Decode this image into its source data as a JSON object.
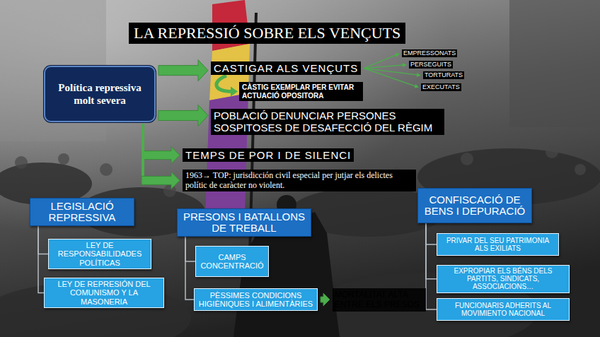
{
  "diagram": {
    "title": "LA REPRESSIÓ SOBRE ELS VENÇUTS",
    "nodes": [
      {
        "text": [
          "Política repressiva molt severa"
        ]
      },
      {
        "text": [
          "CASTIGAR ALS VENÇUTS"
        ]
      },
      {
        "text": [
          "CÀSTIG EXEMPLAR PER EVITAR ACTUACIÓ OPOSITORA"
        ]
      },
      {
        "text": [
          "EMPRESSONATS"
        ]
      },
      {
        "text": [
          "PERSEGUITS"
        ]
      },
      {
        "text": [
          "TORTURATS"
        ]
      },
      {
        "text": [
          "EXECUTATS"
        ]
      },
      {
        "text": [
          "POBLACIÓ DENUNCIAR PERSONES SOSPITOSES DE DESAFECCIÓ DEL RÈGIM"
        ]
      },
      {
        "text": [
          "TEMPS DE POR I DE SILENCI"
        ]
      },
      {
        "text": [
          "1963→ TOP: jurisdicción civil especial per jutjar els delictes polític de caràcter no violent."
        ]
      },
      {
        "text": [
          "LEGISLACIÓ REPRESSIVA"
        ]
      },
      {
        "text": [
          "LEY DE RESPONSABILIDADES POLÍTICAS"
        ]
      },
      {
        "text": [
          "LEY DE REPRESIÓN DEL COMUNISMO Y LA MASONERIA"
        ]
      },
      {
        "text": [
          "PRESONS I BATALLONS DE TREBALL"
        ]
      },
      {
        "text": [
          "CAMPS CONCENTRACIÓ"
        ]
      },
      {
        "text": [
          "PÈSSIMES CONDICIONS HIGIÈNIQUES I ALIMENTÀRIES"
        ]
      },
      {
        "text": [
          "MORTALITAT ALTA ENTRE ELS PRESOS"
        ]
      },
      {
        "text": [
          "CONFISCACIÓ DE BENS I DEPURACIÓ"
        ]
      },
      {
        "text": [
          "PRIVAR DEL SEU PATRIMONIA ALS EXILIATS"
        ]
      },
      {
        "text": [
          "EXPROPIAR ELS BÉNS DELS PARTITS, SINDICATS, ASSOCIACIONS…"
        ]
      },
      {
        "text": [
          "FUNCIONARIS ADHERITS AL MOVIMIENTO NACIONAL"
        ]
      }
    ],
    "edges": [
      {
        "from": 0,
        "to": 1,
        "arrow": "to"
      },
      {
        "from": 1,
        "to": 2,
        "arrow": "to"
      },
      {
        "from": 1,
        "to": 3,
        "arrow": "to"
      },
      {
        "from": 1,
        "to": 4,
        "arrow": "to"
      },
      {
        "from": 1,
        "to": 5,
        "arrow": "to"
      },
      {
        "from": 1,
        "to": 6,
        "arrow": "to"
      },
      {
        "from": 0,
        "to": 7,
        "arrow": "to"
      },
      {
        "from": 0,
        "to": 8,
        "arrow": "to"
      },
      {
        "from": 0,
        "to": 9,
        "arrow": "to"
      },
      {
        "from": 10,
        "to": 11,
        "arrow": "none"
      },
      {
        "from": 10,
        "to": 12,
        "arrow": "none"
      },
      {
        "from": 13,
        "to": 14,
        "arrow": "none"
      },
      {
        "from": 13,
        "to": 15,
        "arrow": "none"
      },
      {
        "from": 15,
        "to": 16,
        "arrow": "to"
      },
      {
        "from": 17,
        "to": 18,
        "arrow": "none"
      },
      {
        "from": 17,
        "to": 19,
        "arrow": "none"
      },
      {
        "from": 17,
        "to": 20,
        "arrow": "none"
      }
    ]
  }
}
